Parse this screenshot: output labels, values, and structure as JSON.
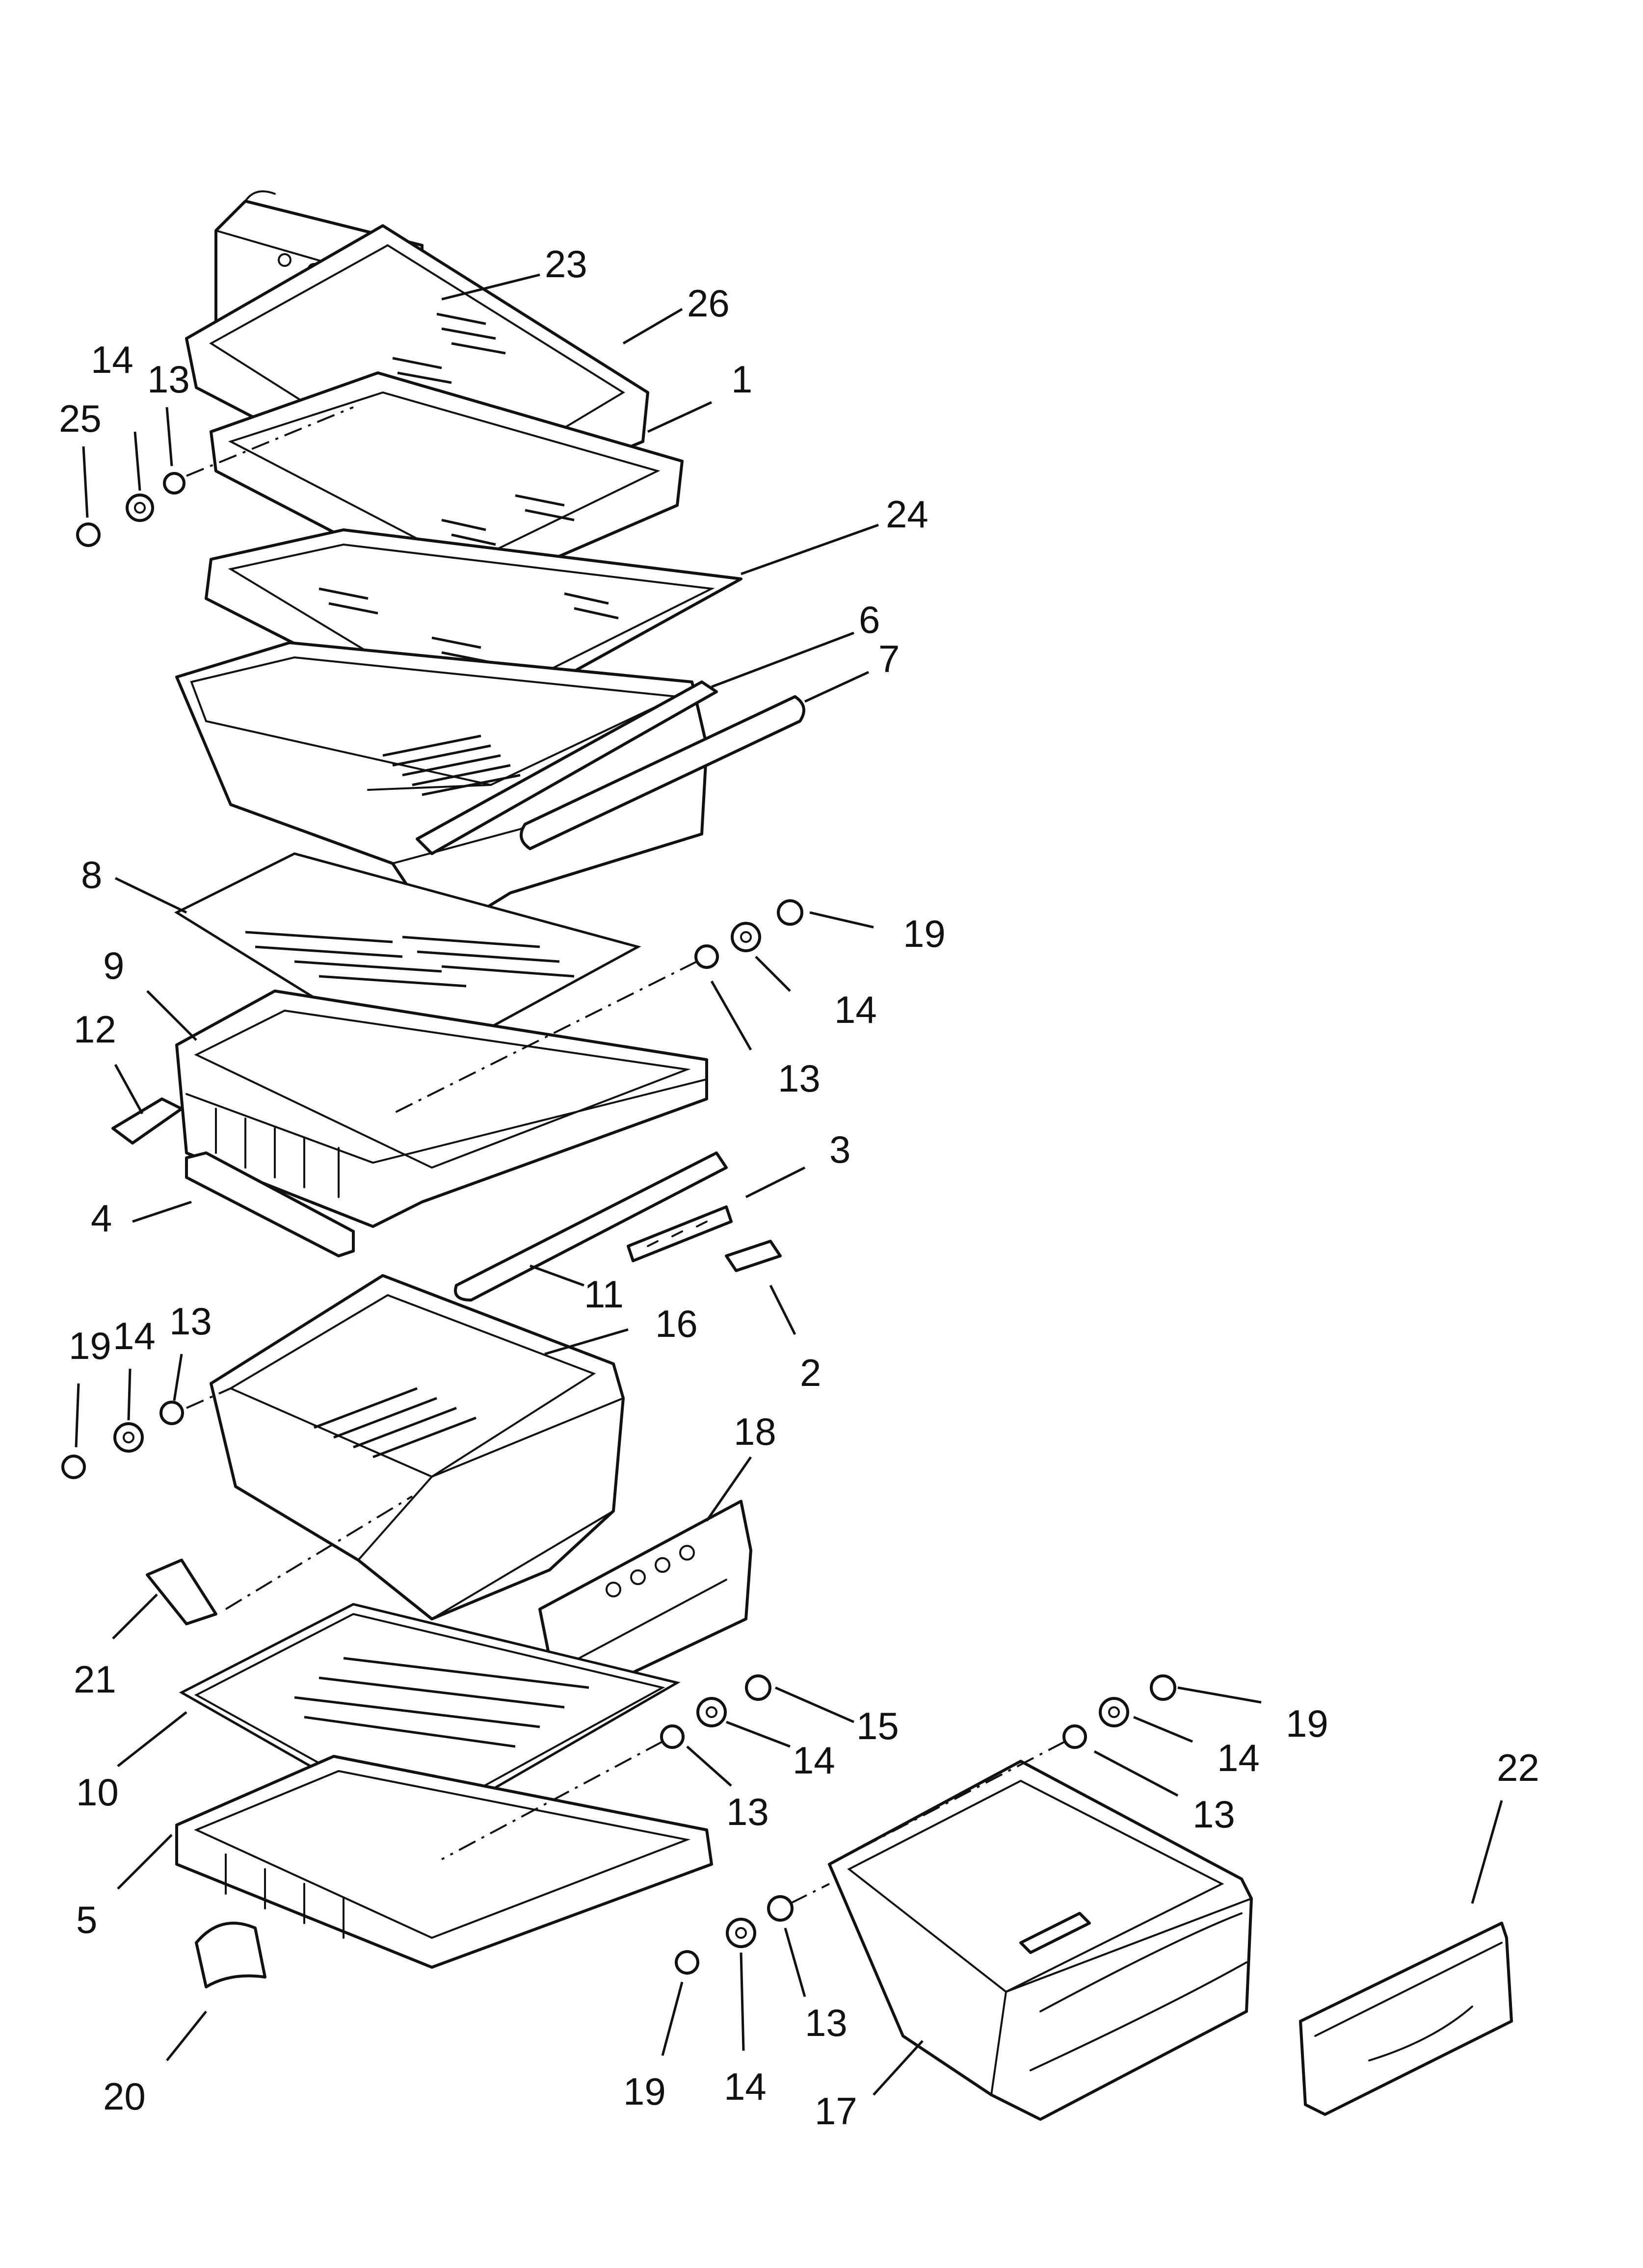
{
  "callouts": [
    {
      "id": "c23",
      "label": "23"
    },
    {
      "id": "c26",
      "label": "26"
    },
    {
      "id": "c1",
      "label": "1"
    },
    {
      "id": "c24",
      "label": "24"
    },
    {
      "id": "c6",
      "label": "6"
    },
    {
      "id": "c7",
      "label": "7"
    },
    {
      "id": "c14a",
      "label": "14"
    },
    {
      "id": "c13a",
      "label": "13"
    },
    {
      "id": "c25",
      "label": "25"
    },
    {
      "id": "c8",
      "label": "8"
    },
    {
      "id": "c19a",
      "label": "19"
    },
    {
      "id": "c14b",
      "label": "14"
    },
    {
      "id": "c13b",
      "label": "13"
    },
    {
      "id": "c9",
      "label": "9"
    },
    {
      "id": "c12",
      "label": "12"
    },
    {
      "id": "c3",
      "label": "3"
    },
    {
      "id": "c4",
      "label": "4"
    },
    {
      "id": "c11",
      "label": "11"
    },
    {
      "id": "c2",
      "label": "2"
    },
    {
      "id": "c19b",
      "label": "19"
    },
    {
      "id": "c14c",
      "label": "14"
    },
    {
      "id": "c13c",
      "label": "13"
    },
    {
      "id": "c16",
      "label": "16"
    },
    {
      "id": "c18",
      "label": "18"
    },
    {
      "id": "c21",
      "label": "21"
    },
    {
      "id": "c15",
      "label": "15"
    },
    {
      "id": "c14d",
      "label": "14"
    },
    {
      "id": "c13d",
      "label": "13"
    },
    {
      "id": "c10",
      "label": "10"
    },
    {
      "id": "c19c",
      "label": "19"
    },
    {
      "id": "c14e",
      "label": "14"
    },
    {
      "id": "c13e",
      "label": "13"
    },
    {
      "id": "c22",
      "label": "22"
    },
    {
      "id": "c5",
      "label": "5"
    },
    {
      "id": "c20",
      "label": "20"
    },
    {
      "id": "c19d",
      "label": "19"
    },
    {
      "id": "c14f",
      "label": "14"
    },
    {
      "id": "c13f",
      "label": "13"
    },
    {
      "id": "c17",
      "label": "17"
    }
  ]
}
